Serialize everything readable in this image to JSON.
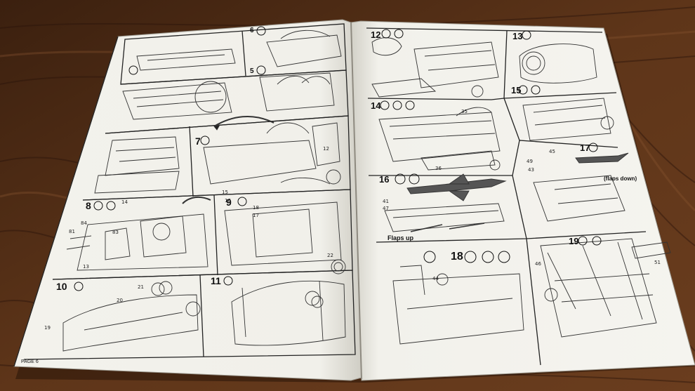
{
  "colors": {
    "wood_dark": "#3b200f",
    "wood_mid": "#5e3519",
    "wood_light": "#7a4a27",
    "paper": "#f4f3ee",
    "ink": "#1a1a1a"
  },
  "left_page": {
    "footer": "PAGE 6",
    "steps": [
      {
        "number": "5",
        "position": "upper-middle"
      },
      {
        "number": "6",
        "position": "middle-right"
      },
      {
        "number": "7",
        "position": "center"
      },
      {
        "number": "8",
        "position": "lower-left"
      },
      {
        "number": "9",
        "position": "lower-right"
      },
      {
        "number": "10",
        "position": "bottom-left"
      },
      {
        "number": "11",
        "position": "bottom-right"
      }
    ],
    "part_numbers": [
      "14",
      "15",
      "16",
      "17",
      "18",
      "19",
      "20",
      "21",
      "22",
      "81",
      "83",
      "84",
      "13",
      "12"
    ]
  },
  "right_page": {
    "steps": [
      {
        "number": "12",
        "position": "top-left"
      },
      {
        "number": "13",
        "position": "top-right"
      },
      {
        "number": "14",
        "position": "upper-left"
      },
      {
        "number": "15",
        "position": "upper-right"
      },
      {
        "number": "16",
        "position": "middle-left"
      },
      {
        "number": "17",
        "position": "middle-right"
      },
      {
        "number": "18",
        "position": "lower-left"
      },
      {
        "number": "19",
        "position": "lower-right"
      }
    ],
    "labels": {
      "flaps_up": "Flaps up",
      "flaps_down": "(flaps down)"
    },
    "part_numbers": [
      "35",
      "36",
      "41",
      "43",
      "44",
      "45",
      "46",
      "47",
      "49",
      "51"
    ]
  }
}
